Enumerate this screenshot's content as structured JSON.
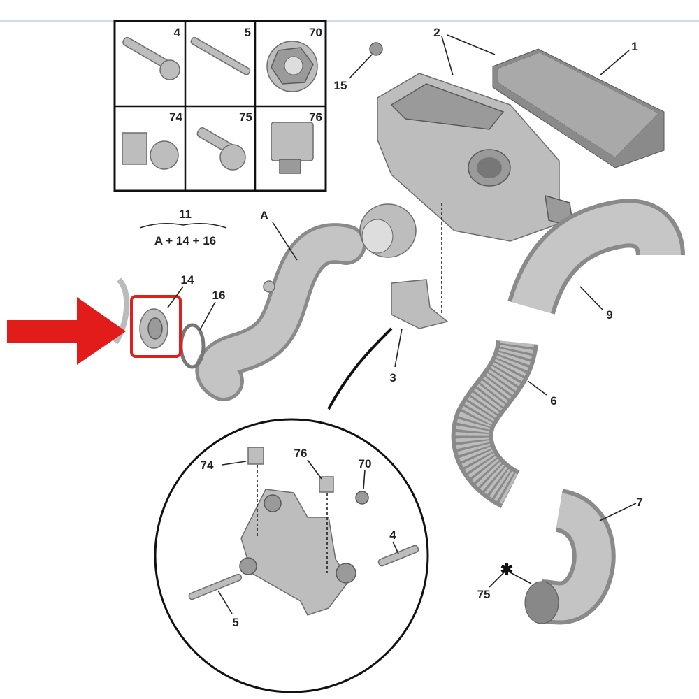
{
  "grid_labels": [
    "4",
    "5",
    "70",
    "74",
    "75",
    "76"
  ],
  "callouts": {
    "c1": "1",
    "c2": "2",
    "c15": "15",
    "c11": "11",
    "kit": "A + 14 + 16",
    "cA": "A",
    "c14": "14",
    "c16": "16",
    "c9": "9",
    "c3": "3",
    "c6": "6",
    "c7": "7",
    "c75": "75"
  },
  "detail_labels": {
    "d74": "74",
    "d76": "76",
    "d70": "70",
    "d4": "4",
    "d5": "5"
  },
  "colors": {
    "highlight": "#e02020",
    "rule": "#9bbcd6"
  }
}
